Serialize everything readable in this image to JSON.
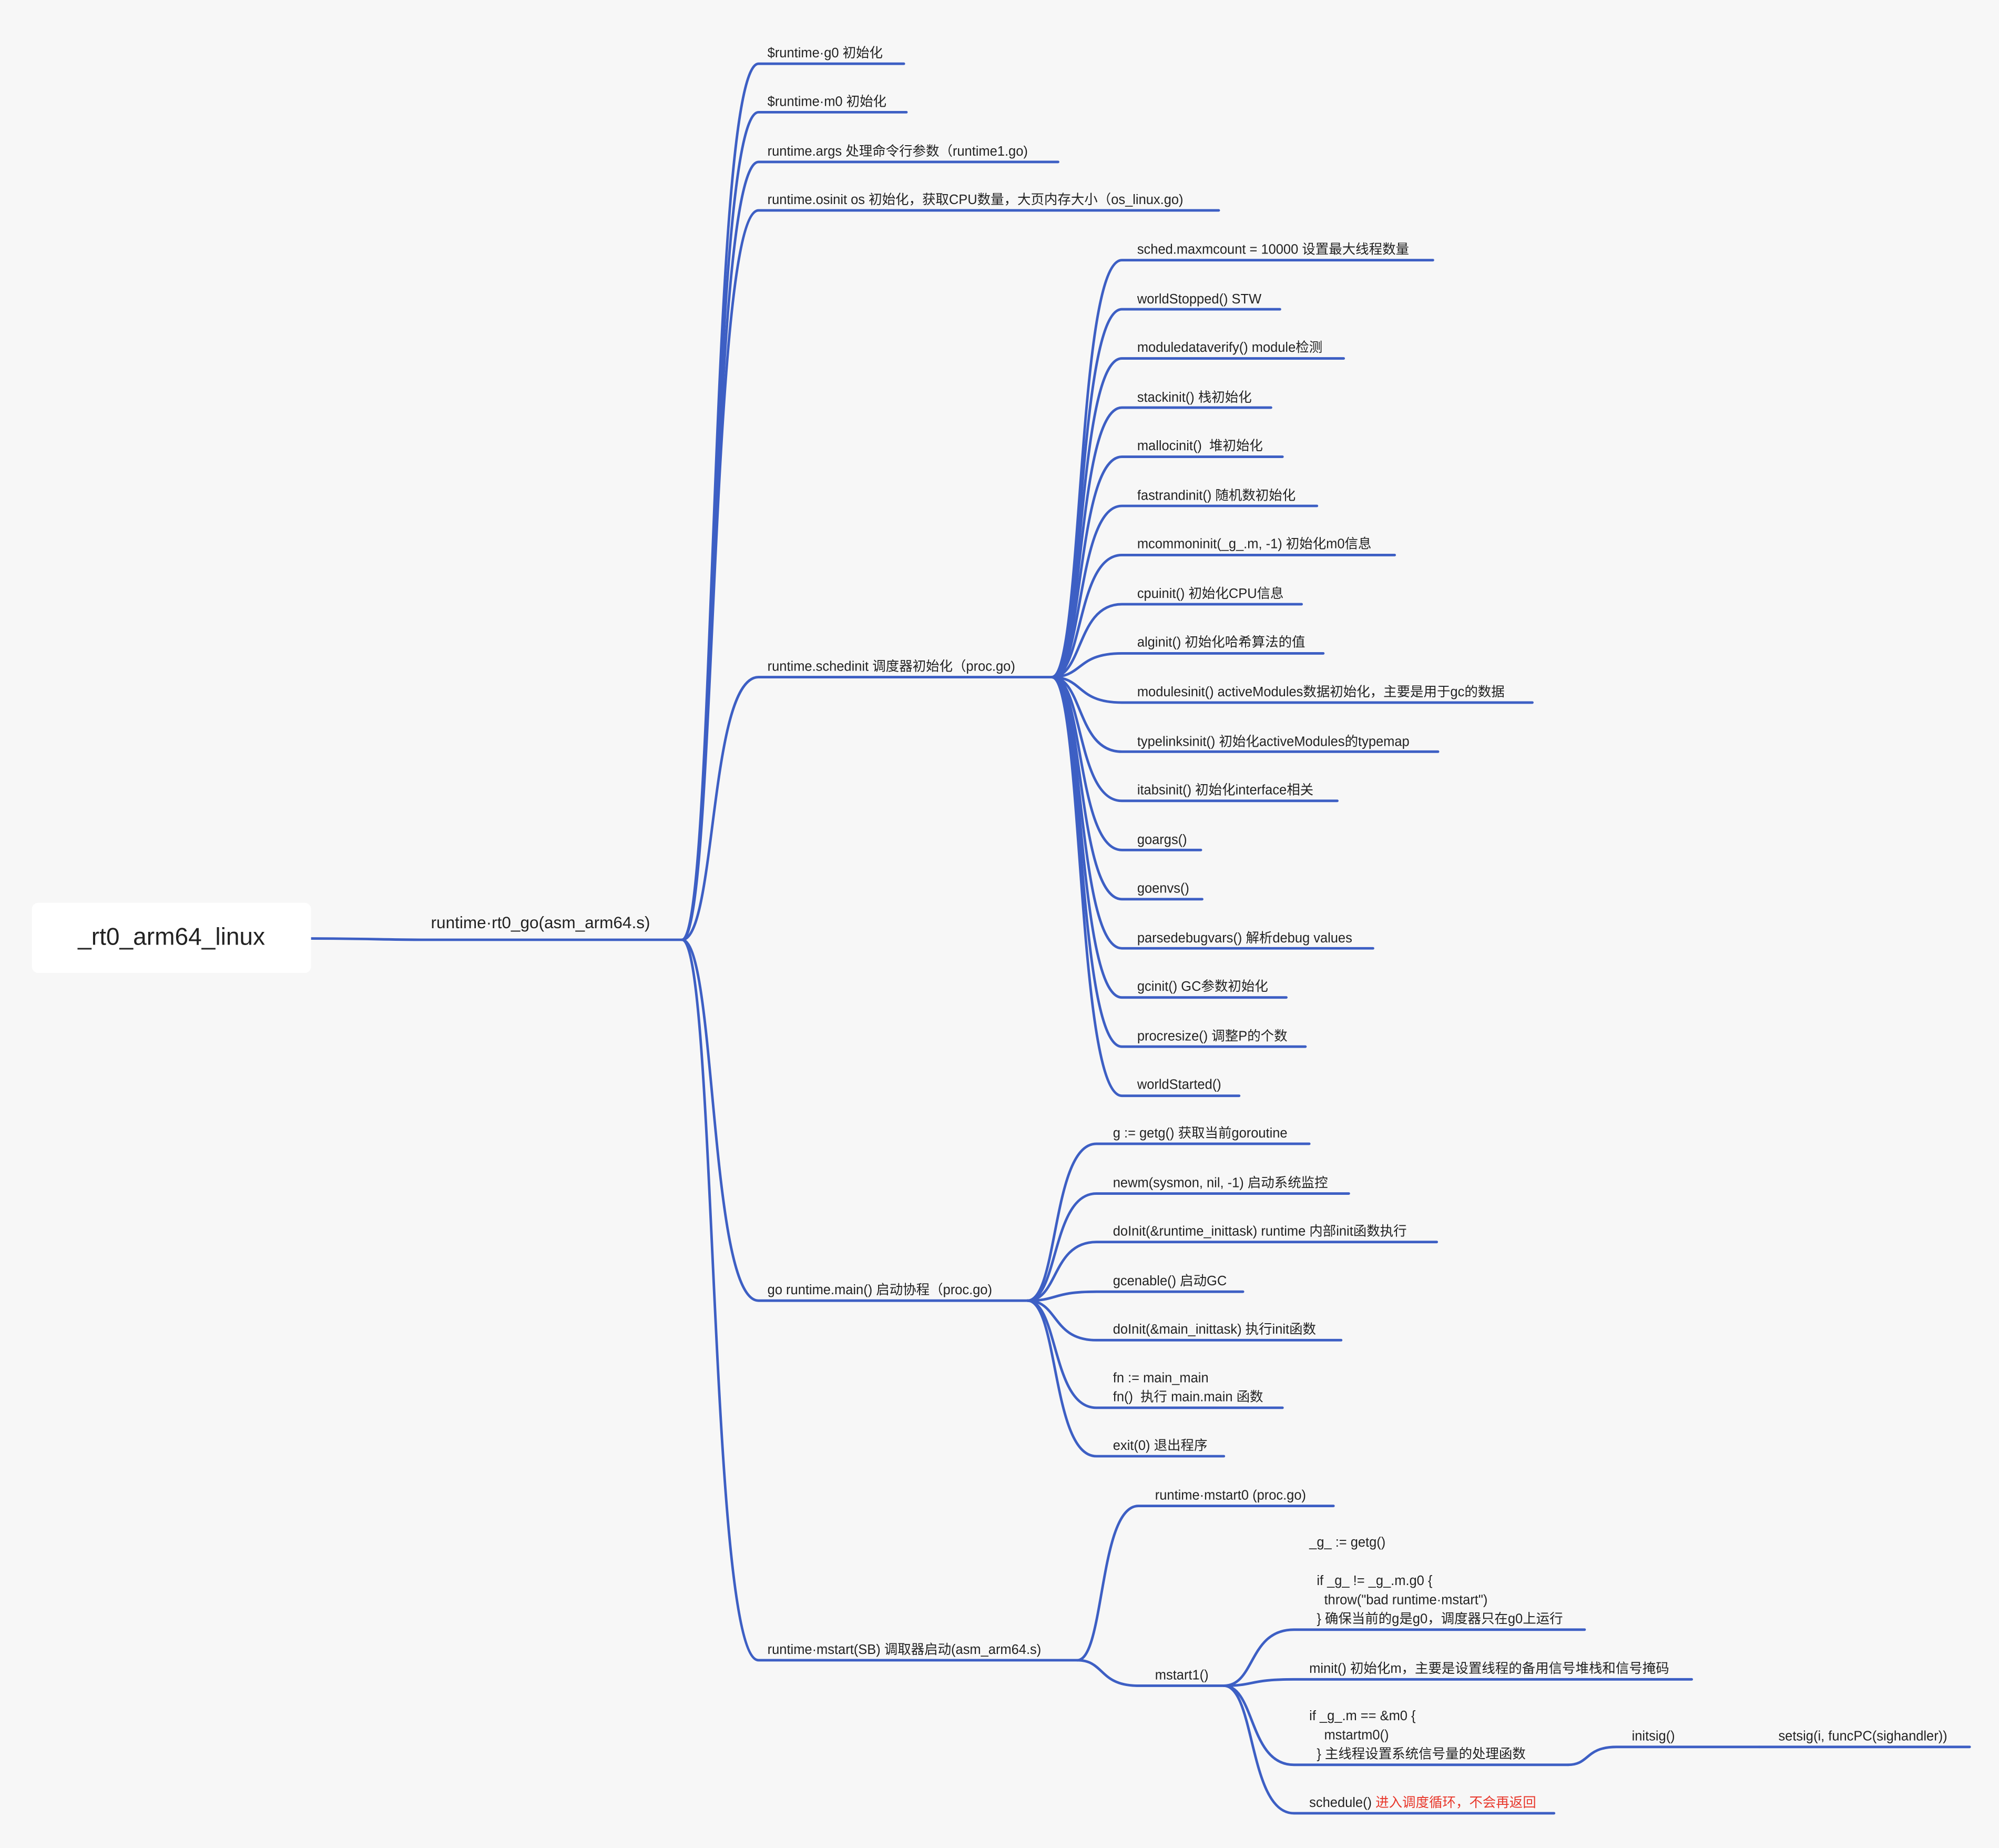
{
  "colors": {
    "link": "#3d5fc4",
    "background": "#f7f7f7",
    "highlight": "#e8372b"
  },
  "root": {
    "label": "_rt0_arm64_linux"
  },
  "entry": {
    "label": "runtime·rt0_go(asm_arm64.s)"
  },
  "level1": [
    {
      "label": "$runtime·g0 初始化"
    },
    {
      "label": "$runtime·m0 初始化"
    },
    {
      "label": "runtime.args 处理命令行参数（runtime1.go)"
    },
    {
      "label": "runtime.osinit os 初始化，获取CPU数量，大页内存大小（os_linux.go)"
    },
    {
      "label": "runtime.schedinit 调度器初始化（proc.go)"
    },
    {
      "label": "go runtime.main() 启动协程（proc.go)"
    },
    {
      "label": "runtime·mstart(SB) 调取器启动(asm_arm64.s)"
    }
  ],
  "schedinit": [
    {
      "label": "sched.maxmcount = 10000 设置最大线程数量"
    },
    {
      "label": "worldStopped() STW"
    },
    {
      "label": "moduledataverify() module检测"
    },
    {
      "label": "stackinit() 栈初始化"
    },
    {
      "label": "mallocinit()  堆初始化"
    },
    {
      "label": "fastrandinit() 随机数初始化"
    },
    {
      "label": "mcommoninit(_g_.m, -1) 初始化m0信息"
    },
    {
      "label": "cpuinit() 初始化CPU信息"
    },
    {
      "label": "alginit() 初始化哈希算法的值"
    },
    {
      "label": "modulesinit() activeModules数据初始化，主要是用于gc的数据"
    },
    {
      "label": "typelinksinit() 初始化activeModules的typemap"
    },
    {
      "label": "itabsinit() 初始化interface相关"
    },
    {
      "label": "goargs()"
    },
    {
      "label": "goenvs()"
    },
    {
      "label": "parsedebugvars() 解析debug values"
    },
    {
      "label": "gcinit() GC参数初始化"
    },
    {
      "label": "procresize() 调整P的个数"
    },
    {
      "label": "worldStarted()"
    }
  ],
  "main": [
    {
      "label": "g := getg() 获取当前goroutine"
    },
    {
      "label": "newm(sysmon, nil, -1) 启动系统监控"
    },
    {
      "label": "doInit(&runtime_inittask) runtime 内部init函数执行"
    },
    {
      "label": "gcenable() 启动GC"
    },
    {
      "label": "doInit(&main_inittask) 执行init函数"
    },
    {
      "label": "fn := main_main\nfn()  执行 main.main 函数"
    },
    {
      "label": "exit(0) 退出程序"
    }
  ],
  "mstart": [
    {
      "label": "runtime·mstart0 (proc.go)"
    },
    {
      "label": "mstart1()"
    }
  ],
  "mstart1": [
    {
      "label": "_g_ := getg()\n\n  if _g_ != _g_.m.g0 {\n    throw(\"bad runtime·mstart\")\n  } 确保当前的g是g0，调度器只在g0上运行"
    },
    {
      "label": "minit() 初始化m，主要是设置线程的备用信号堆栈和信号掩码"
    },
    {
      "label": "if _g_.m == &m0 {\n    mstartm0()\n  } 主线程设置系统信号量的处理函数"
    },
    {
      "label": "schedule() ",
      "note": "进入调度循环，不会再返回"
    }
  ],
  "initsig": {
    "label": "initsig()"
  },
  "setsig": {
    "label": "setsig(i, funcPC(sighandler))"
  }
}
